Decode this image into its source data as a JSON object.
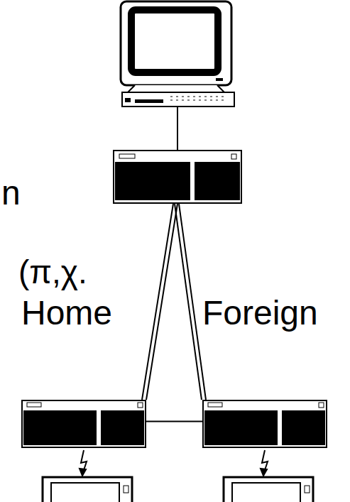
{
  "diagram": {
    "nodes": [
      {
        "text": [
          "Home"
        ]
      },
      {
        "text": [
          "Foreign"
        ]
      }
    ],
    "edges": [
      {
        "from": 0,
        "to": 1,
        "arrow": "none"
      }
    ],
    "labels": [
      "n",
      "(π,χ."
    ]
  }
}
